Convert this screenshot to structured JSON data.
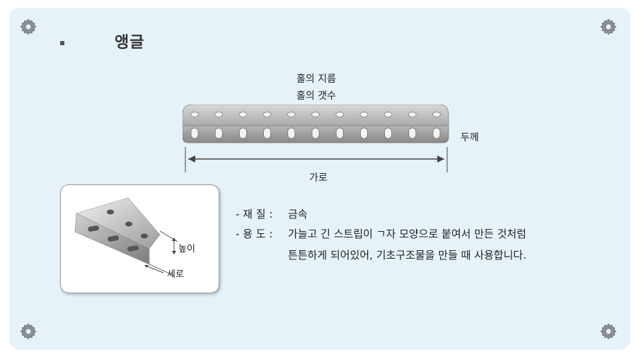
{
  "title": "앵글",
  "diagram": {
    "hole_diameter": "홀의 지름",
    "hole_count": "홀의 갯수",
    "thickness": "두께",
    "width": "가로"
  },
  "photo": {
    "height": "높이",
    "length": "세로"
  },
  "specs": {
    "material_label": "- 재    질 :",
    "material_value": "금속",
    "usage_label": "- 용    도 :",
    "usage_line1": "가늘고 긴 스트립이 ㄱ자 모양으로 붙여서 만든 것처럼",
    "usage_line2": "튼튼하게 되어있어, 기초구조물을 만들 때 사용합니다."
  },
  "icons": [
    "gear-icon",
    "gear-icon",
    "gear-icon",
    "gear-icon"
  ]
}
